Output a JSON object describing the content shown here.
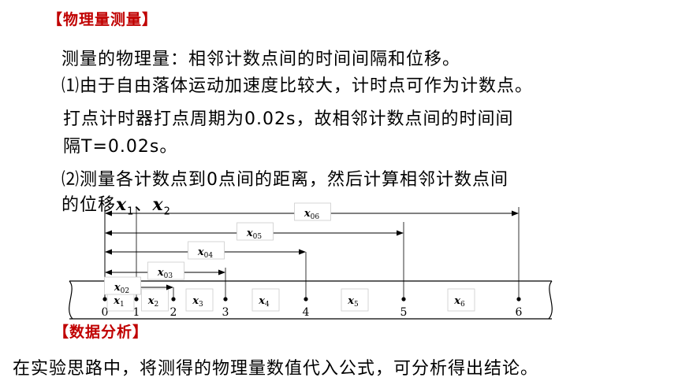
{
  "heading_quantity": "【物理量测量】",
  "line1": "测量的物理量：相邻计数点间的时间间隔和位移。",
  "line2": "⑴由于自由落体运动加速度比较大，计时点可作为计数点。",
  "line3": "打点计时器打点周期为0.02s，故相邻计数点间的时间间",
  "line4": "隔T=0.02s。",
  "line5": "⑵测量各计数点到0点间的距离，然后计算相邻计数点间",
  "line6_prefix": "的位移",
  "line6_x1": "x",
  "line6_x1_sub": "1",
  "line6_sep": "、",
  "line6_x2": "x",
  "line6_x2_sub": "2",
  "heading_analysis": "【数据分析】",
  "line7": "在实验思路中，将测得的物理量数值代入公式，可分析得出结论。",
  "diagram": {
    "point_labels": [
      "0",
      "1",
      "2",
      "3",
      "4",
      "5",
      "6"
    ],
    "segment_labels": [
      {
        "base": "x",
        "sub": "1"
      },
      {
        "base": "x",
        "sub": "2"
      },
      {
        "base": "x",
        "sub": "3"
      },
      {
        "base": "x",
        "sub": "4"
      },
      {
        "base": "x",
        "sub": "5"
      },
      {
        "base": "x",
        "sub": "6"
      }
    ],
    "cumulative_labels": [
      {
        "base": "x",
        "sub": "02"
      },
      {
        "base": "x",
        "sub": "03"
      },
      {
        "base": "x",
        "sub": "04"
      },
      {
        "base": "x",
        "sub": "05"
      },
      {
        "base": "x",
        "sub": "06"
      }
    ]
  }
}
